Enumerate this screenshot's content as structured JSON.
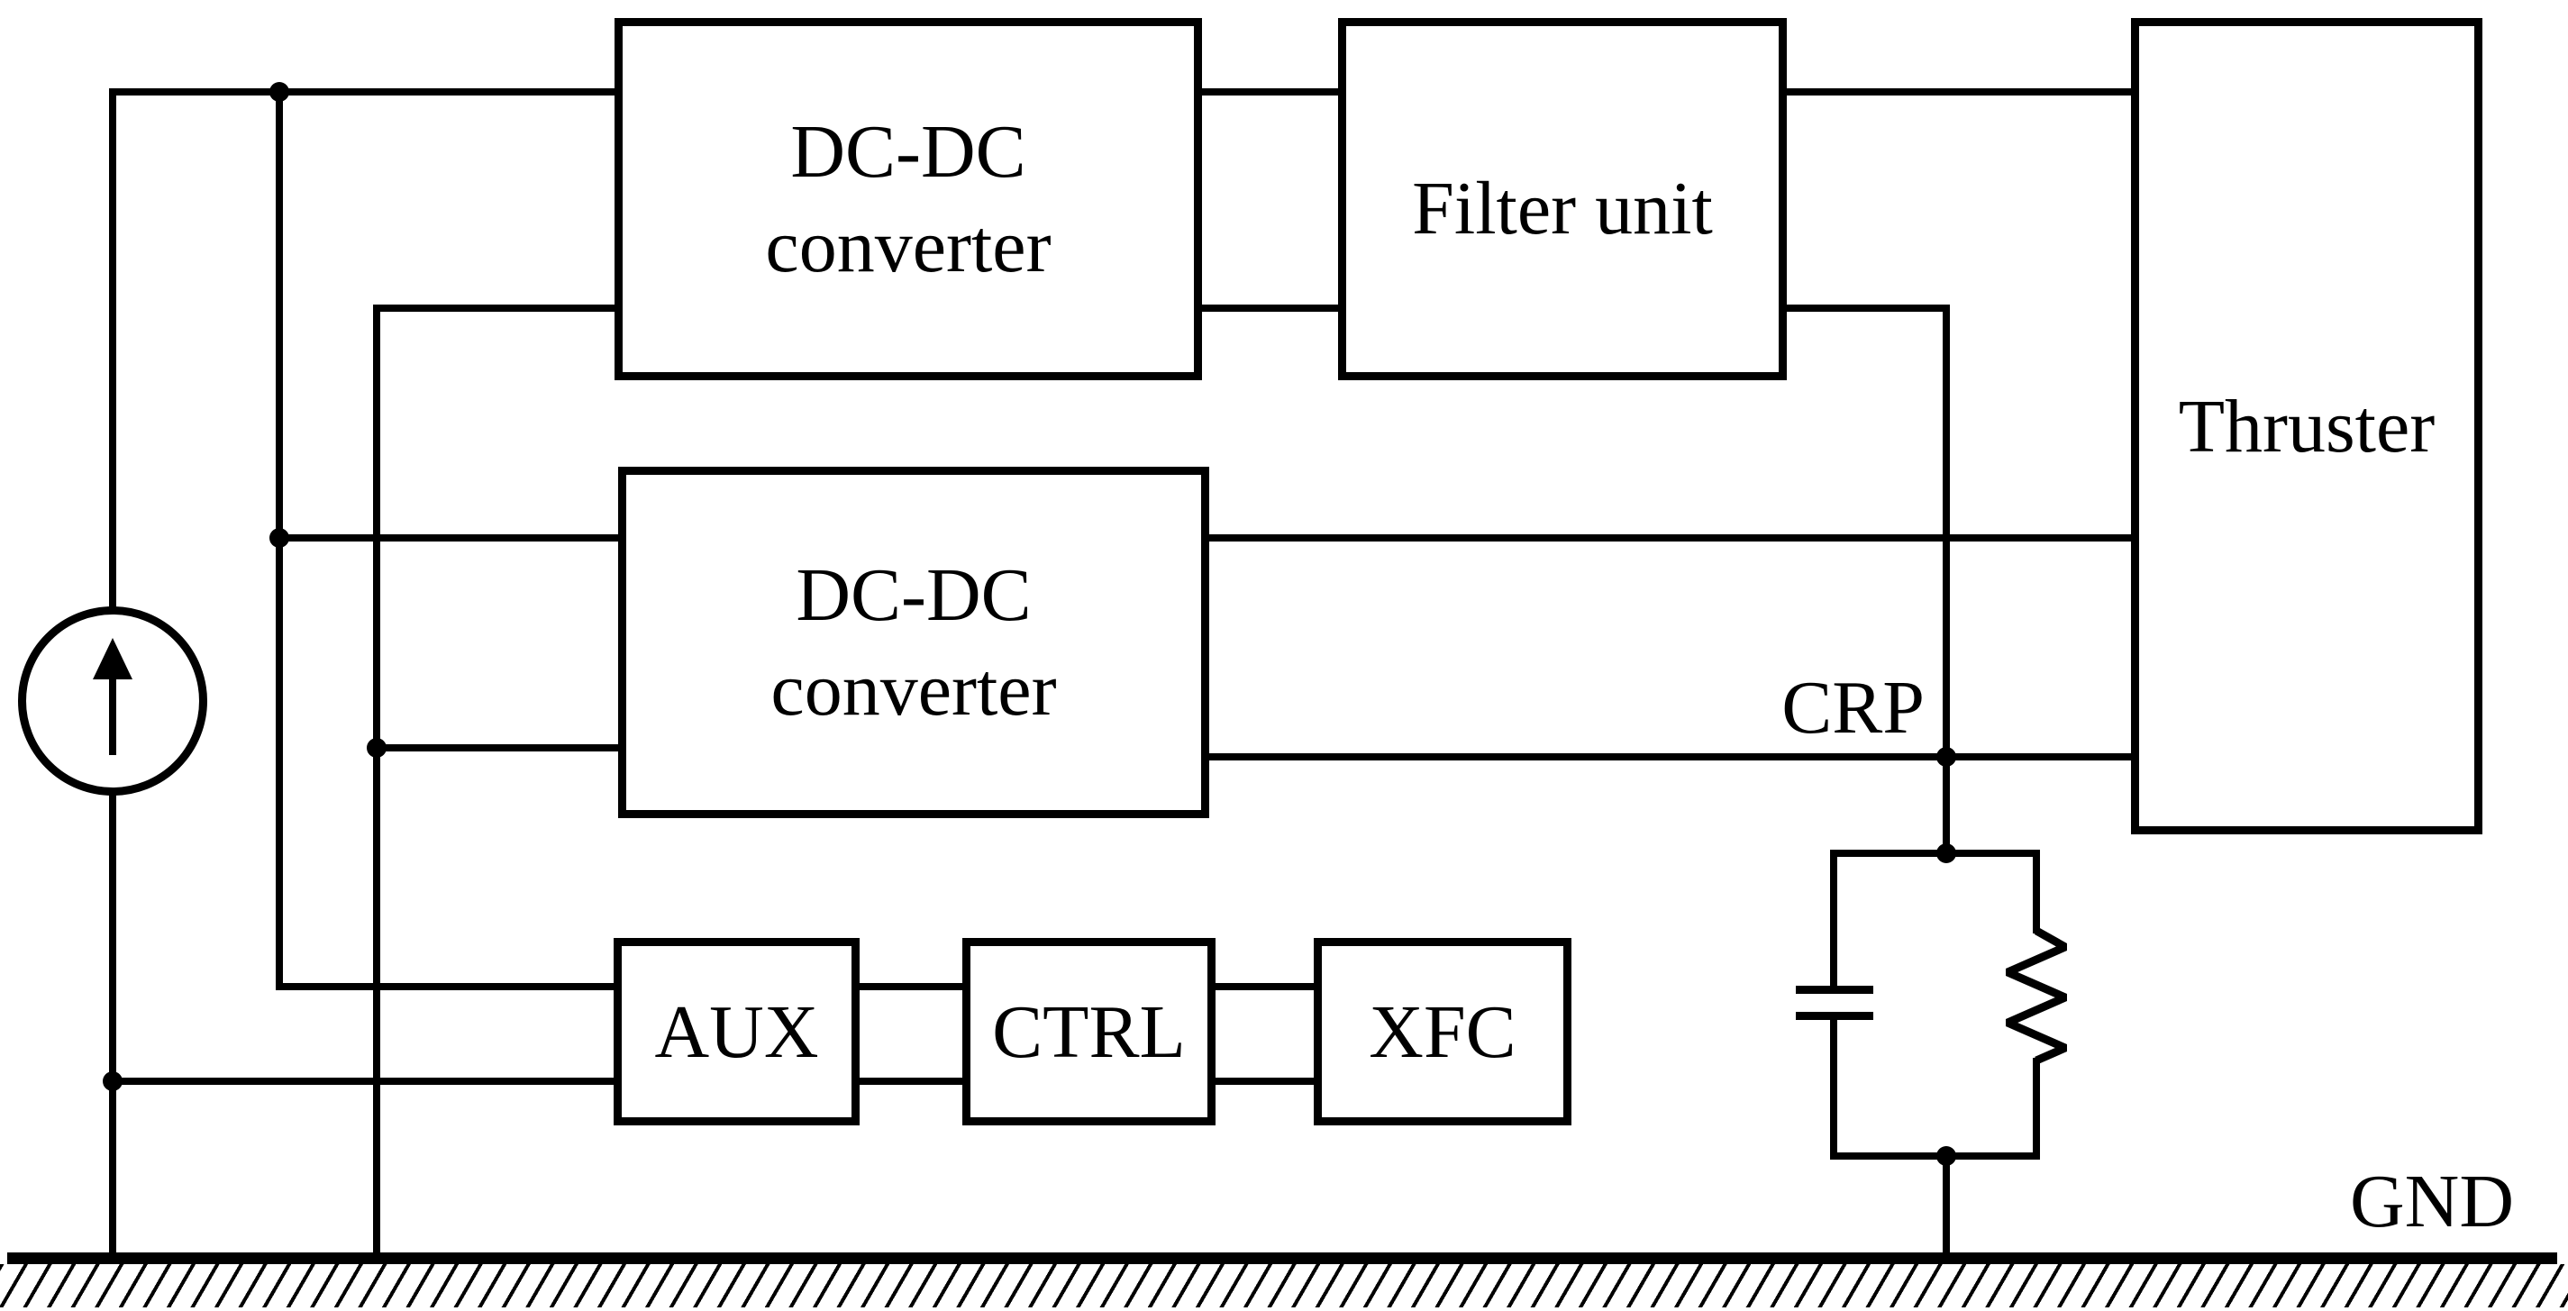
{
  "diagram": {
    "background": "#ffffff",
    "line_color": "#000000",
    "blocks": {
      "dcdc1": {
        "line1": "DC-DC",
        "line2": "converter"
      },
      "filter": {
        "label": "Filter unit"
      },
      "thruster": {
        "label": "Thruster"
      },
      "dcdc2": {
        "line1": "DC-DC",
        "line2": "converter"
      },
      "aux": {
        "label": "AUX"
      },
      "ctrl": {
        "label": "CTRL"
      },
      "xfc": {
        "label": "XFC"
      }
    },
    "labels": {
      "crp": "CRP",
      "gnd": "GND"
    },
    "icons": {
      "current_source": "current-source-icon",
      "capacitor": "capacitor-icon",
      "resistor": "resistor-icon",
      "ground": "ground-hatch-icon"
    }
  }
}
